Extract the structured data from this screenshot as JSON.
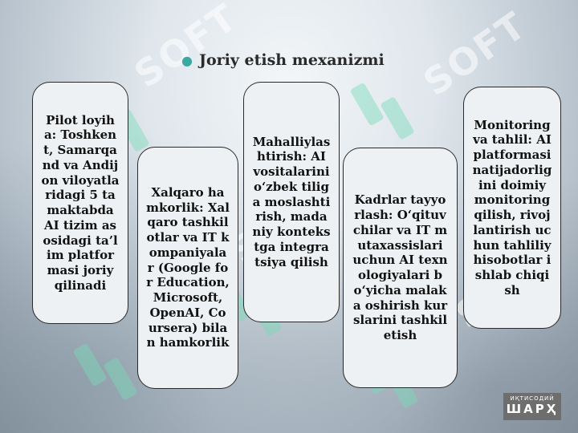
{
  "title": "Joriy etish mexanizmi",
  "cards": [
    {
      "text": "Pilot loyiha: Toshkent, Samarqand va Andijon viloyatlaridagi 5 ta maktabda AI tizim asosidagi ta’lim platformasi joriy qilinadi"
    },
    {
      "text": "Xalqaro hamkorlik: Xalqaro tashkilotlar va IT kompaniyalar (Google for Education, Microsoft, OpenAI, Coursera) bilan hamkorlik"
    },
    {
      "text": "Mahalliylashtirish: AI vositalarini o‘zbek tiliga moslashtirish, madaniy kontekstga integratsiya qilish"
    },
    {
      "text": "Kadrlar tayyorlash: O‘qituvchilar va IT mutaxassislari uchun AI texnologiyalari bo‘yicha malaka oshirish kurslarini tashkil etish"
    },
    {
      "text": "Monitoring va tahlil: AI platformasi natijadorligini doimiy monitoring qilish, rivojlantirish uchun tahliliy hisobotlar ishlab chiqish"
    }
  ],
  "watermark": "SOFT",
  "logo": {
    "top": "ИҚТИСОДИЙ",
    "main": "ШАРҲ"
  }
}
